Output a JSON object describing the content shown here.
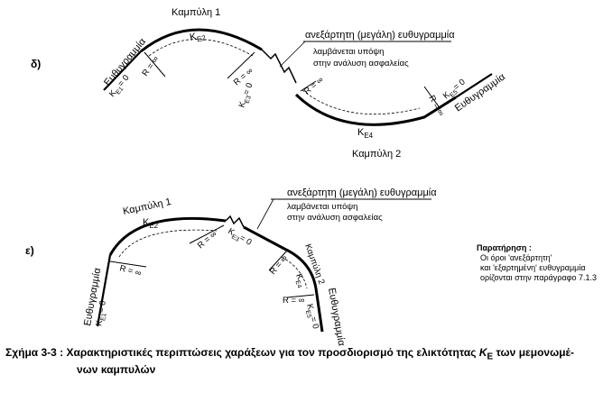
{
  "panel_d": {
    "marker": "δ)",
    "curve1": "Καμπύλη 1",
    "curve2": "Καμπύλη 2",
    "straight_left": "Ευθυγραμμία",
    "straight_right": "Ευθυγραμμία",
    "ke1": "K",
    "ke1_sub": "E1",
    "ke1_eq": "= 0",
    "ke2": "K",
    "ke2_sub": "E2",
    "ke3": "K",
    "ke3_sub": "E3",
    "ke3_eq": "= 0",
    "ke4": "K",
    "ke4_sub": "E4",
    "ke5": "K",
    "ke5_sub": "E5",
    "ke5_eq": "= 0",
    "r_inf": "R = ∞",
    "indep_title": "ανεξάρτητη (μεγάλη) ευθυγραμμία",
    "indep_line1": "λαμβάνεται υπόψη",
    "indep_line2": "στην ανάλυση ασφαλείας"
  },
  "panel_e": {
    "marker": "ε)",
    "curve1": "Καμπύλη 1",
    "curve2": "Καμπύλη 2",
    "straight_left": "Ευθυγραμμία",
    "straight_right": "Ευθυγραμμία",
    "ke1": "K",
    "ke1_sub": "E1",
    "ke1_eq": "= 0",
    "ke2": "K",
    "ke2_sub": "E2",
    "ke3": "K",
    "ke3_sub": "E3",
    "ke3_eq": "= 0",
    "ke4": "K",
    "ke4_sub": "E4",
    "ke5": "K",
    "ke5_sub": "E5",
    "ke5_eq": "= 0",
    "r_inf": "R = ∞",
    "indep_title": "ανεξάρτητη (μεγάλη) ευθυγραμμία",
    "indep_line1": "λαμβάνεται υπόψη",
    "indep_line2": "στην ανάλυση ασφαλείας"
  },
  "note": {
    "title": "Παρατήρηση :",
    "line1": "Οι όροι 'ανεξάρτητη'",
    "line2": "και 'εξαρτημένη' ευθυγραμμία",
    "line3": "ορίζονται στην παράγραφο 7.1.3"
  },
  "caption": {
    "prefix": "Σχήμα 3-3 : Χαρακτηριστικές περιπτώσεις χαράξεων για τον προσδιορισμό της ελικτότητας ",
    "symbol": "K",
    "symbol_sub": "E",
    "suffix": " των μεμονωμέ-",
    "line2": "νων καμπυλών"
  }
}
